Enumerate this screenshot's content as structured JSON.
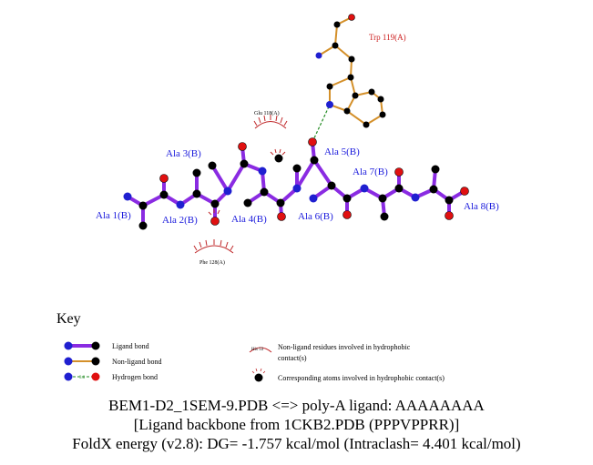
{
  "residues": {
    "ala1": "Ala 1(B)",
    "ala2": "Ala 2(B)",
    "ala3": "Ala 3(B)",
    "ala4": "Ala 4(B)",
    "ala5": "Ala 5(B)",
    "ala6": "Ala 6(B)",
    "ala7": "Ala 7(B)",
    "ala8": "Ala 8(B)",
    "trp": "Trp 119(A)",
    "glu": "Glu 118(A)",
    "phe": "Phe 128(A)"
  },
  "key": {
    "title": "Key",
    "ligand_bond": "Ligand bond",
    "nonligand_bond": "Non-ligand bond",
    "hydrogen_bond": "Hydrogen bond",
    "hbond_distance": "3.0",
    "his_example": "His 53",
    "nonligand_residues_1": "Non-ligand residues involved in hydrophobic",
    "nonligand_residues_2": "contact(s)",
    "corresponding_atoms": "Corresponding atoms involved in hydrophobic contact(s)"
  },
  "captions": {
    "line1": "BEM1-D2_1SEM-9.PDB <=> poly-A ligand: AAAAAAAA",
    "line2": "[Ligand backbone from 1CKB2.PDB (PPPVPPRR)]",
    "line3": "FoldX energy (v2.8): DG= -1.757 kcal/mol (Intraclash= 4.401 kcal/mol)"
  },
  "colors": {
    "ligand_bond": "#8a2be2",
    "nonligand_bond": "#d4902a",
    "hbond": "#228b22",
    "hydrophobic": "#c0282a",
    "carbon": "#000000",
    "nitrogen": "#1f1fd0",
    "oxygen": "#e01010"
  }
}
